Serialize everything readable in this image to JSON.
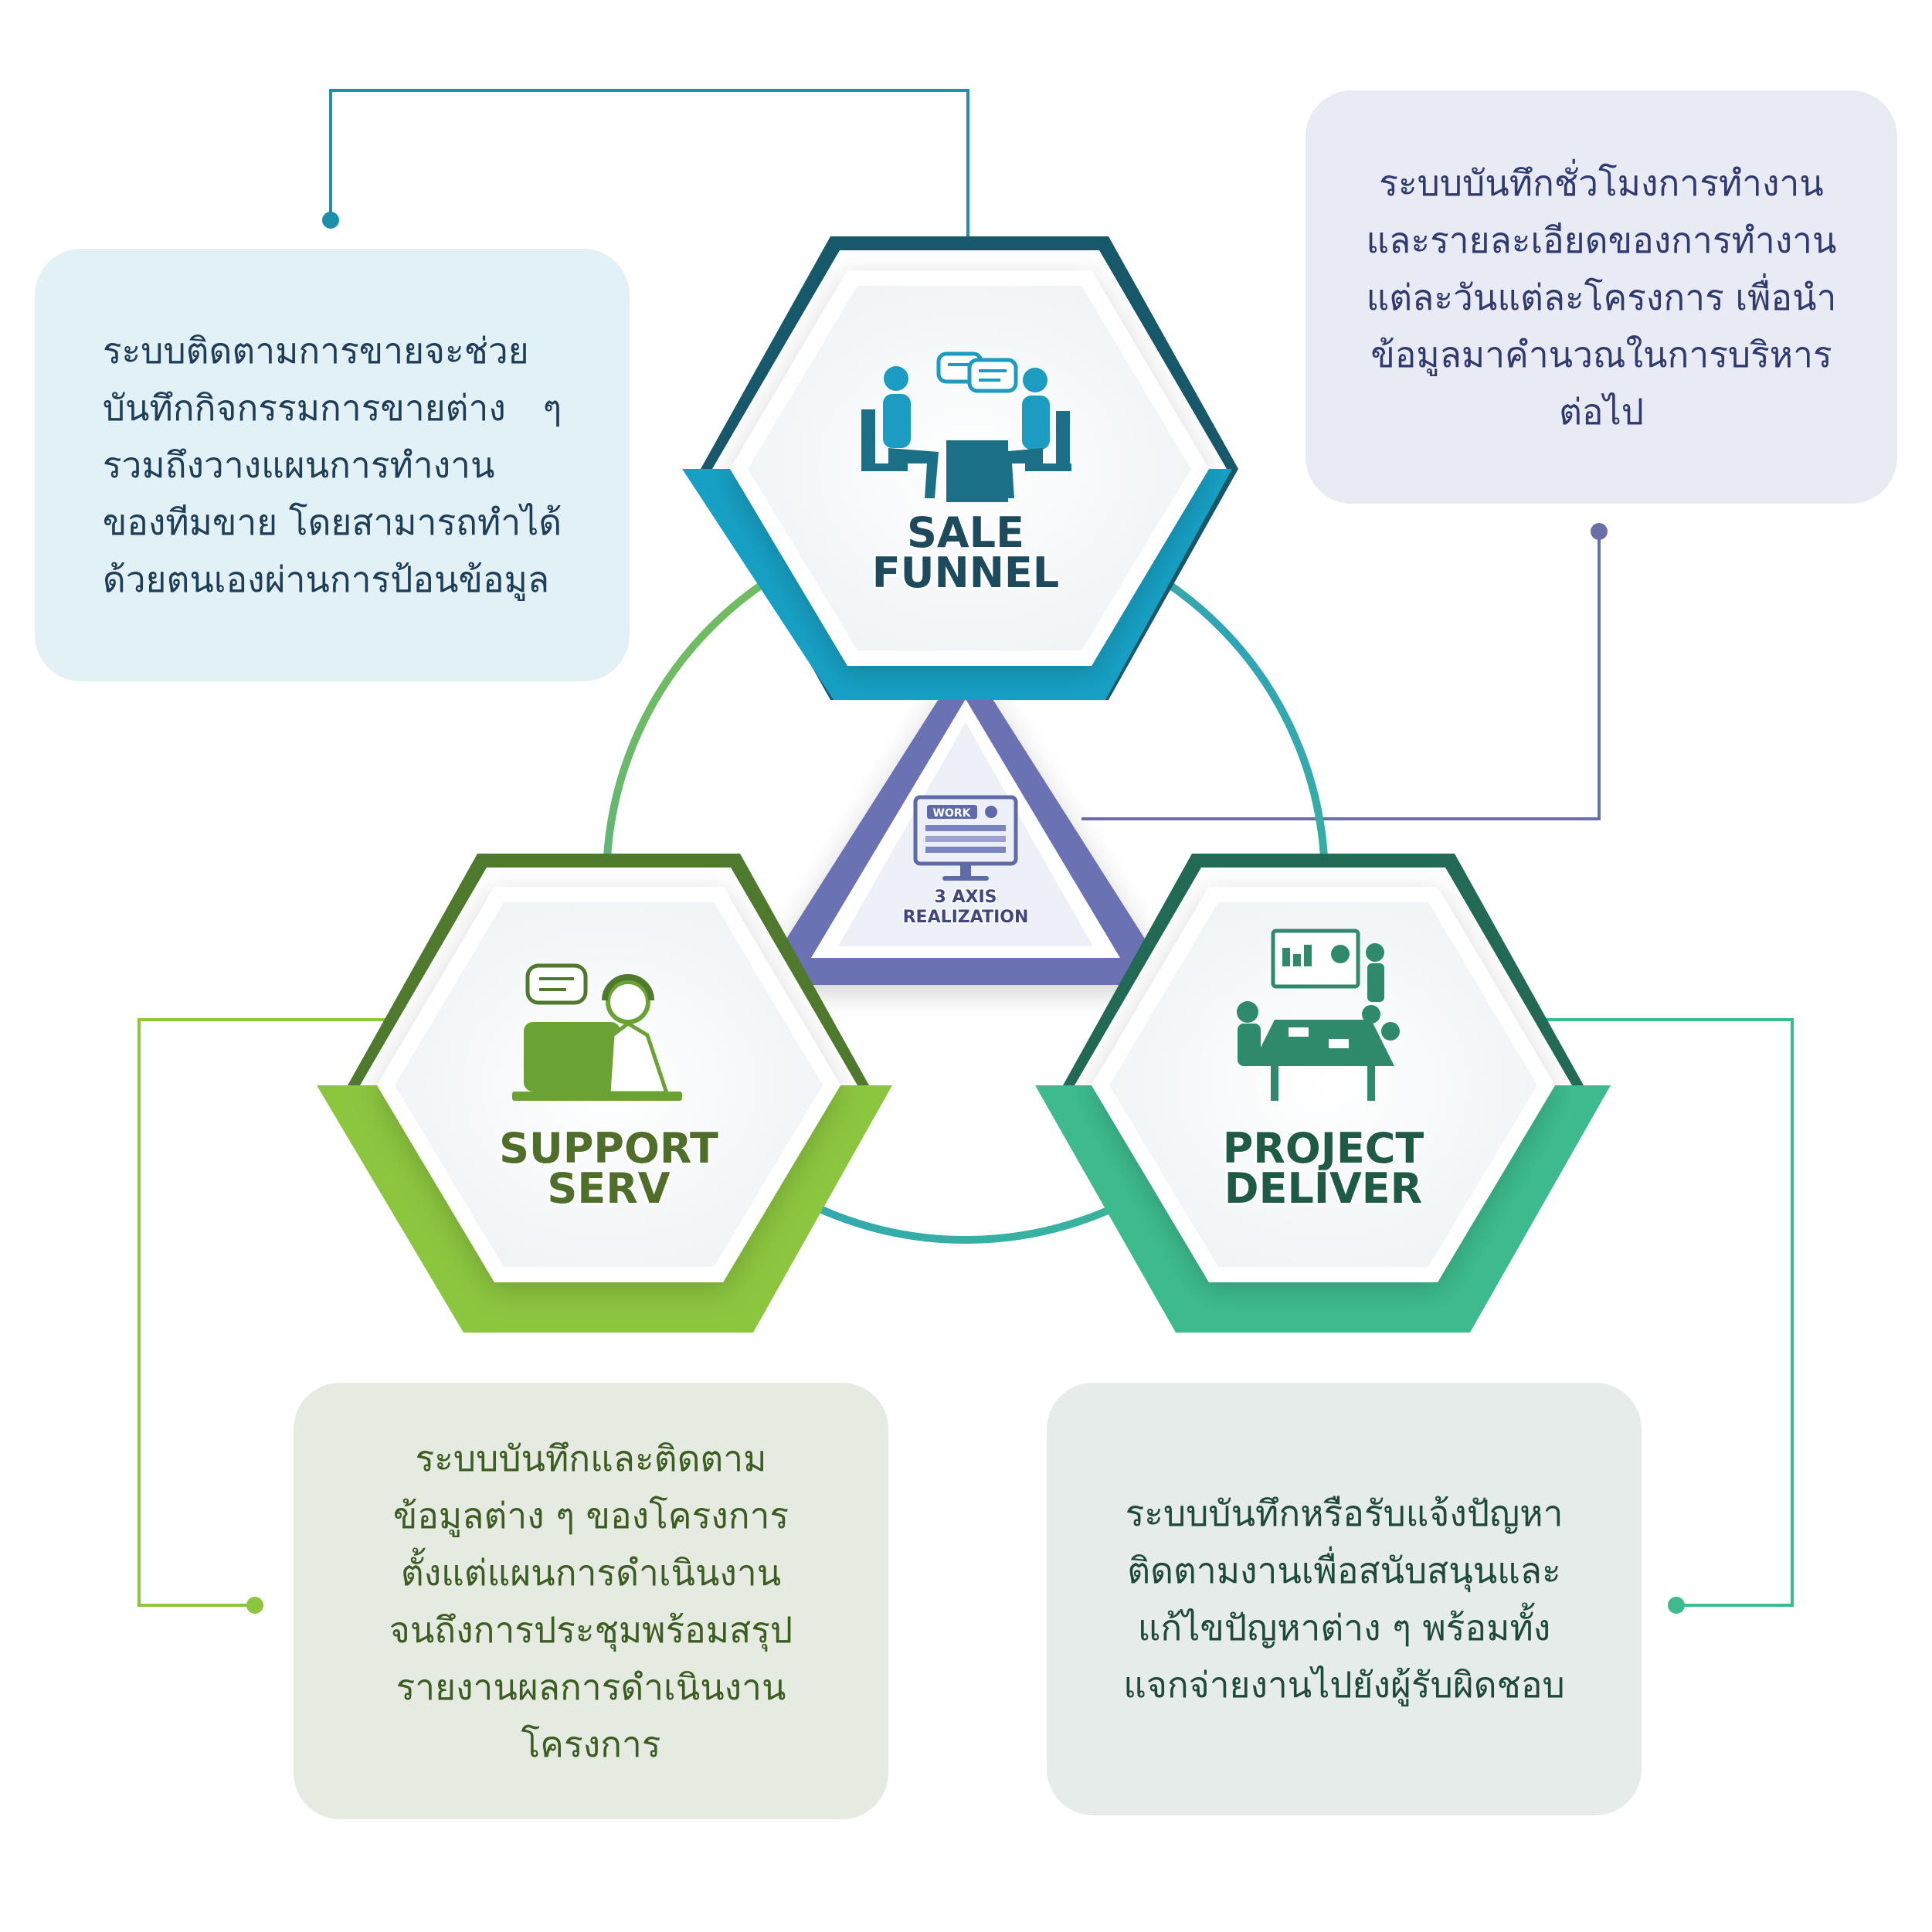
{
  "hexagons": {
    "sale": {
      "line1": "SALE",
      "line2": "FUNNEL",
      "color": "#17a0c4",
      "dark": "#17586a",
      "icon": "sales-meeting-icon"
    },
    "support": {
      "line1": "SUPPORT",
      "line2": "SERV",
      "color": "#8cc63f",
      "dark": "#4f7a2e",
      "icon": "customer-support-icon"
    },
    "project": {
      "line1": "PROJECT",
      "line2": "DELIVER",
      "color": "#3dbb8f",
      "dark": "#226a55",
      "icon": "project-meeting-icon"
    }
  },
  "center": {
    "badge": "WORK",
    "line1": "3 AXIS",
    "line2": "REALIZATION",
    "color": "#6b72b4",
    "icon": "work-monitor-icon"
  },
  "cards": {
    "sale": "ระบบติดตามการขายจะช่วย\nบันทึกกิจกรรมการขายต่าง ๆ\nรวมถึงวางแผนการทำงาน\nของทีมขาย โดยสามารถทำได้\nด้วยตนเองผ่านการป้อนข้อมูล",
    "project_hours": "ระบบบันทึกชั่วโมงการทำงาน\nและรายละเอียดของการทำงาน\nแต่ละวันแต่ละโครงการ เพื่อนำ\nข้อมูลมาคำนวณในการบริหาร\nต่อไป",
    "support": "ระบบบันทึกและติดตาม\nข้อมูลต่าง ๆ ของโครงการ\nตั้งแต่แผนการดำเนินงาน\nจนถึงการประชุมพร้อมสรุป\nรายงานผลการดำเนินงาน\nโครงการ",
    "deliver": "ระบบบันทึกหรือรับแจ้งปัญหา\nติดตามงานเพื่อสนับสนุนและ\nแก้ไขปัญหาต่าง ๆ พร้อมทั้ง\nแจกจ่ายงานไปยังผู้รับผิดชอบ"
  },
  "connector_colors": {
    "sale": "#1c8fab",
    "project": "#6b6fa8",
    "support": "#8cc63f",
    "deliver": "#3dbb8f"
  }
}
